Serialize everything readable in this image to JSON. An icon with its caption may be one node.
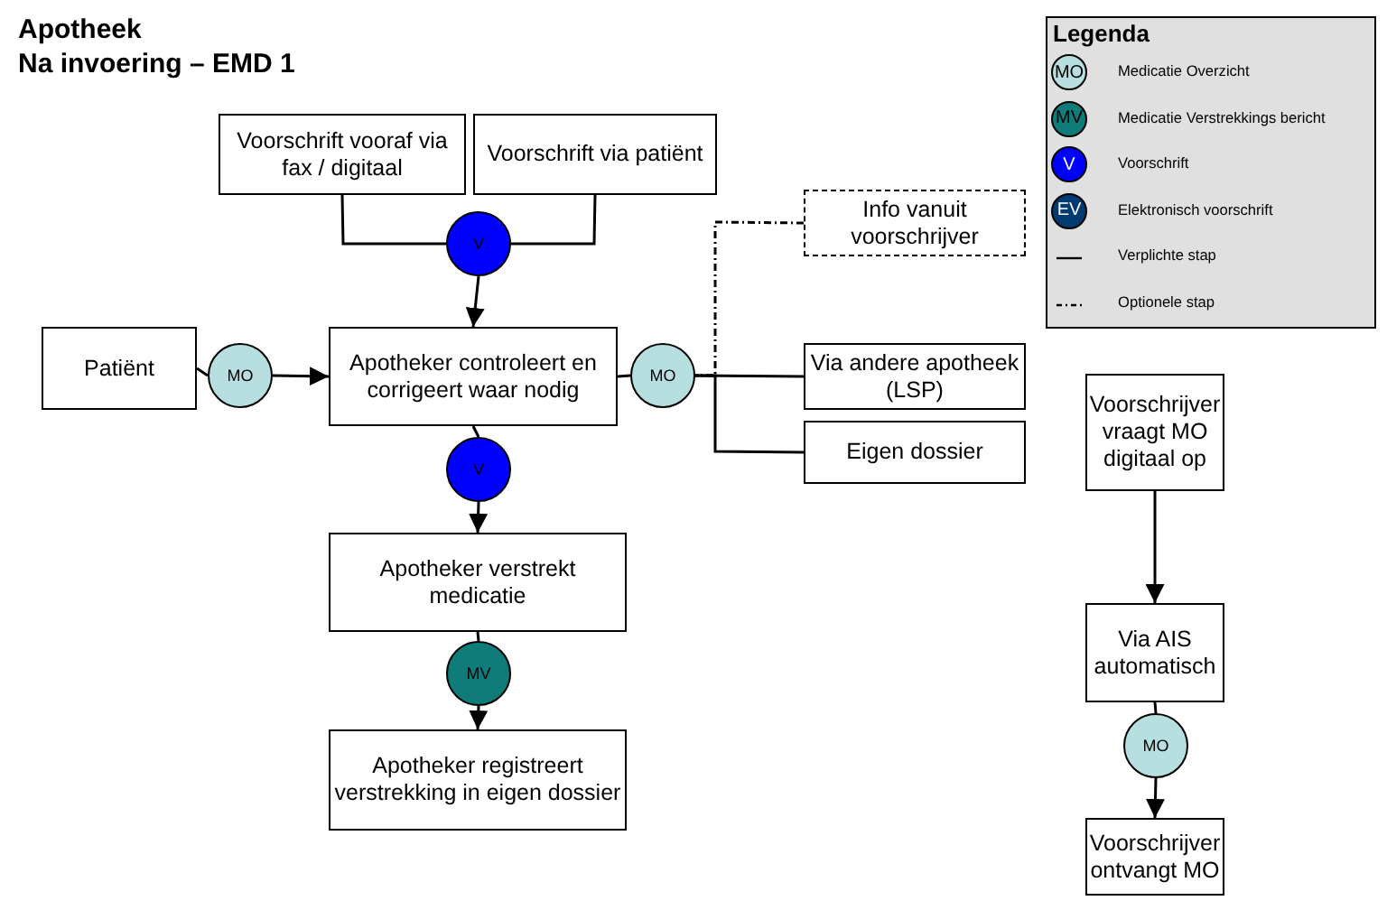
{
  "diagram": {
    "title": "Apotheek",
    "nodes": [
      {
        "text": [
          "Voorschrift vooraf via fax / digitaal"
        ]
      },
      {
        "text": [
          "Voorschrift via patiënt"
        ]
      },
      {
        "text": [
          "V"
        ]
      },
      {
        "text": [
          "Patiënt"
        ]
      },
      {
        "text": [
          "MO"
        ]
      },
      {
        "text": [
          "Apotheker controleert en corrigeert waar nodig"
        ]
      },
      {
        "text": [
          "MO"
        ]
      },
      {
        "text": [
          "Info vanuit voorschrijver"
        ]
      },
      {
        "text": [
          "Via andere apotheek (LSP)"
        ]
      },
      {
        "text": [
          "Eigen dossier"
        ]
      },
      {
        "text": [
          "V"
        ]
      },
      {
        "text": [
          "Apotheker verstrekt medicatie"
        ]
      },
      {
        "text": [
          "MV"
        ]
      },
      {
        "text": [
          "Apotheker registreert verstrekking in eigen dossier"
        ]
      },
      {
        "text": [
          "Voorschrijver vraagt MO digitaal op"
        ]
      },
      {
        "text": [
          "Via AIS automatisch"
        ]
      },
      {
        "text": [
          "MO"
        ]
      },
      {
        "text": [
          "Voorschrijver ontvangt MO"
        ]
      }
    ],
    "edges": [
      {
        "from": 0,
        "to": 2,
        "arrow": "none"
      },
      {
        "from": 1,
        "to": 2,
        "arrow": "none"
      },
      {
        "from": 2,
        "to": 5,
        "arrow": "to"
      },
      {
        "from": 3,
        "to": 4,
        "arrow": "none"
      },
      {
        "from": 4,
        "to": 5,
        "arrow": "to"
      },
      {
        "from": 5,
        "to": 6,
        "arrow": "none"
      },
      {
        "from": 6,
        "to": 8,
        "arrow": "none"
      },
      {
        "from": 6,
        "to": 9,
        "arrow": "none"
      },
      {
        "from": 7,
        "to": 6,
        "arrow": "none",
        "style": "dashed"
      },
      {
        "from": 5,
        "to": 10,
        "arrow": "none"
      },
      {
        "from": 10,
        "to": 11,
        "arrow": "to"
      },
      {
        "from": 11,
        "to": 12,
        "arrow": "none"
      },
      {
        "from": 12,
        "to": 13,
        "arrow": "to"
      },
      {
        "from": 14,
        "to": 15,
        "arrow": "to"
      },
      {
        "from": 15,
        "to": 16,
        "arrow": "none"
      },
      {
        "from": 16,
        "to": 17,
        "arrow": "to"
      }
    ],
    "labels": [
      "Na invoering – EMD 1",
      "Legenda",
      "MO",
      "MV",
      "V",
      "EV"
    ],
    "legend": [
      {
        "text": "Medicatie Overzicht",
        "color": "#b8dfe0"
      },
      {
        "text": "Medicatie Verstrekkings bericht",
        "color": "#0f7c7a"
      },
      {
        "text": "Voorschrift",
        "color": "#0000ff"
      },
      {
        "text": "Elektronisch voorschrift",
        "color": "#003a70"
      },
      {
        "text": "Verplichte stap"
      },
      {
        "text": "Optionele stap"
      }
    ]
  }
}
